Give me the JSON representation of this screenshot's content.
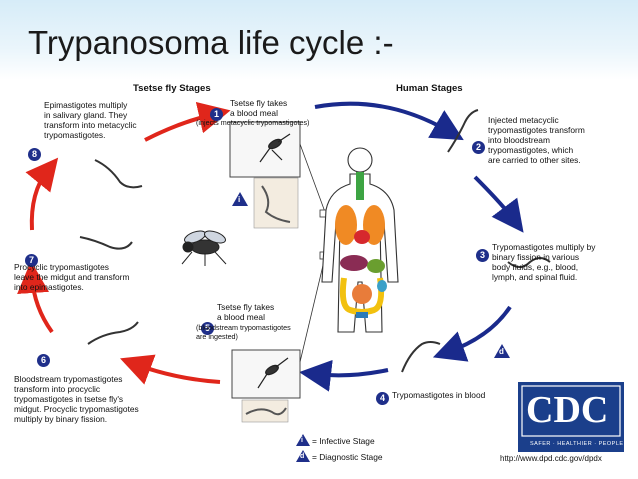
{
  "slide_title": "Trypanosoma life cycle :-",
  "headers": {
    "tsetse": "Tsetse fly Stages",
    "human": "Human Stages"
  },
  "stages": [
    {
      "num": "1",
      "text": "Tsetse fly takes\na blood meal",
      "note": "(injects metacyclic trypomastigotes)"
    },
    {
      "num": "2",
      "text": "Injected metacyclic\ntrypomastigotes transform\ninto bloodstream\ntrypomastigotes, which\nare carried to other sites."
    },
    {
      "num": "3",
      "text": "Trypomastigotes multiply by\nbinary fission in various\nbody fluids, e.g., blood,\nlymph, and spinal fluid."
    },
    {
      "num": "4",
      "text": "Trypomastigotes in blood"
    },
    {
      "num": "5",
      "text": "Tsetse fly takes\na blood meal",
      "note": "(bloodstream trypomastigotes\nare ingested)"
    },
    {
      "num": "6",
      "text": "Bloodstream trypomastigotes\ntransform into procyclic\ntrypomastigotes in tsetse fly's\nmidgut. Procyclic trypomastigotes\nmultiply by binary fission."
    },
    {
      "num": "7",
      "text": "Procyclic trypomastigotes\nleave the midgut and transform\ninto epimastigotes."
    },
    {
      "num": "8",
      "text": "Epimastigotes multiply\nin salivary gland. They\ntransform into metacyclic\ntrypomastigotes."
    }
  ],
  "legend": {
    "infective": {
      "symbol": "i",
      "label": "= Infective Stage"
    },
    "diagnostic": {
      "symbol": "d",
      "label": "= Diagnostic Stage"
    }
  },
  "markers": {
    "infective": "i",
    "diagnostic": "d"
  },
  "logo": {
    "text": "CDC",
    "tagline": "SAFER · HEALTHIER · PEOPLE™"
  },
  "url": "http://www.dpd.cdc.gov/dpdx",
  "colors": {
    "red_arrow": "#e0261b",
    "blue_arrow": "#1a2a8c",
    "badge": "#1f2f8a",
    "title_bg": "#d6ecf8"
  }
}
